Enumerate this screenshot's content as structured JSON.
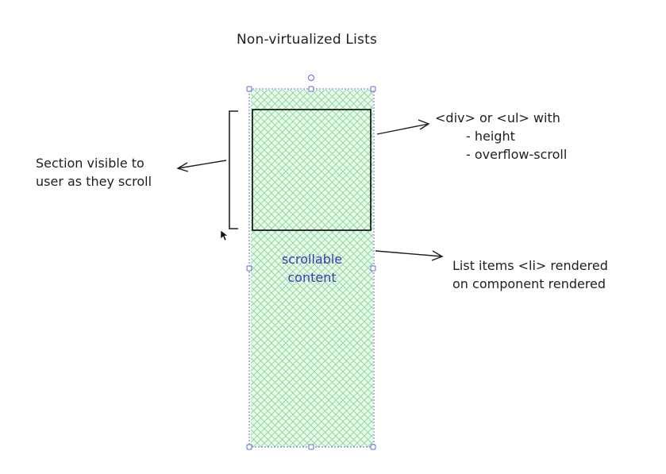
{
  "diagram": {
    "title": "Non-virtualized Lists",
    "left_note": [
      "Section visible to",
      "user as they scroll"
    ],
    "right_top_note": {
      "line1": "<div> or <ul> with",
      "line2": "- height",
      "line3": "- overflow-scroll"
    },
    "right_bottom_note": [
      "List items <li> rendered",
      "on component rendered"
    ],
    "inner_label": [
      "scrollable",
      "content"
    ],
    "colors": {
      "hatch": "#7fd68a",
      "fill": "#ebfaee",
      "stroke": "#1e1e1e",
      "selection": "#6965db",
      "label": "#3b3bb3"
    }
  }
}
